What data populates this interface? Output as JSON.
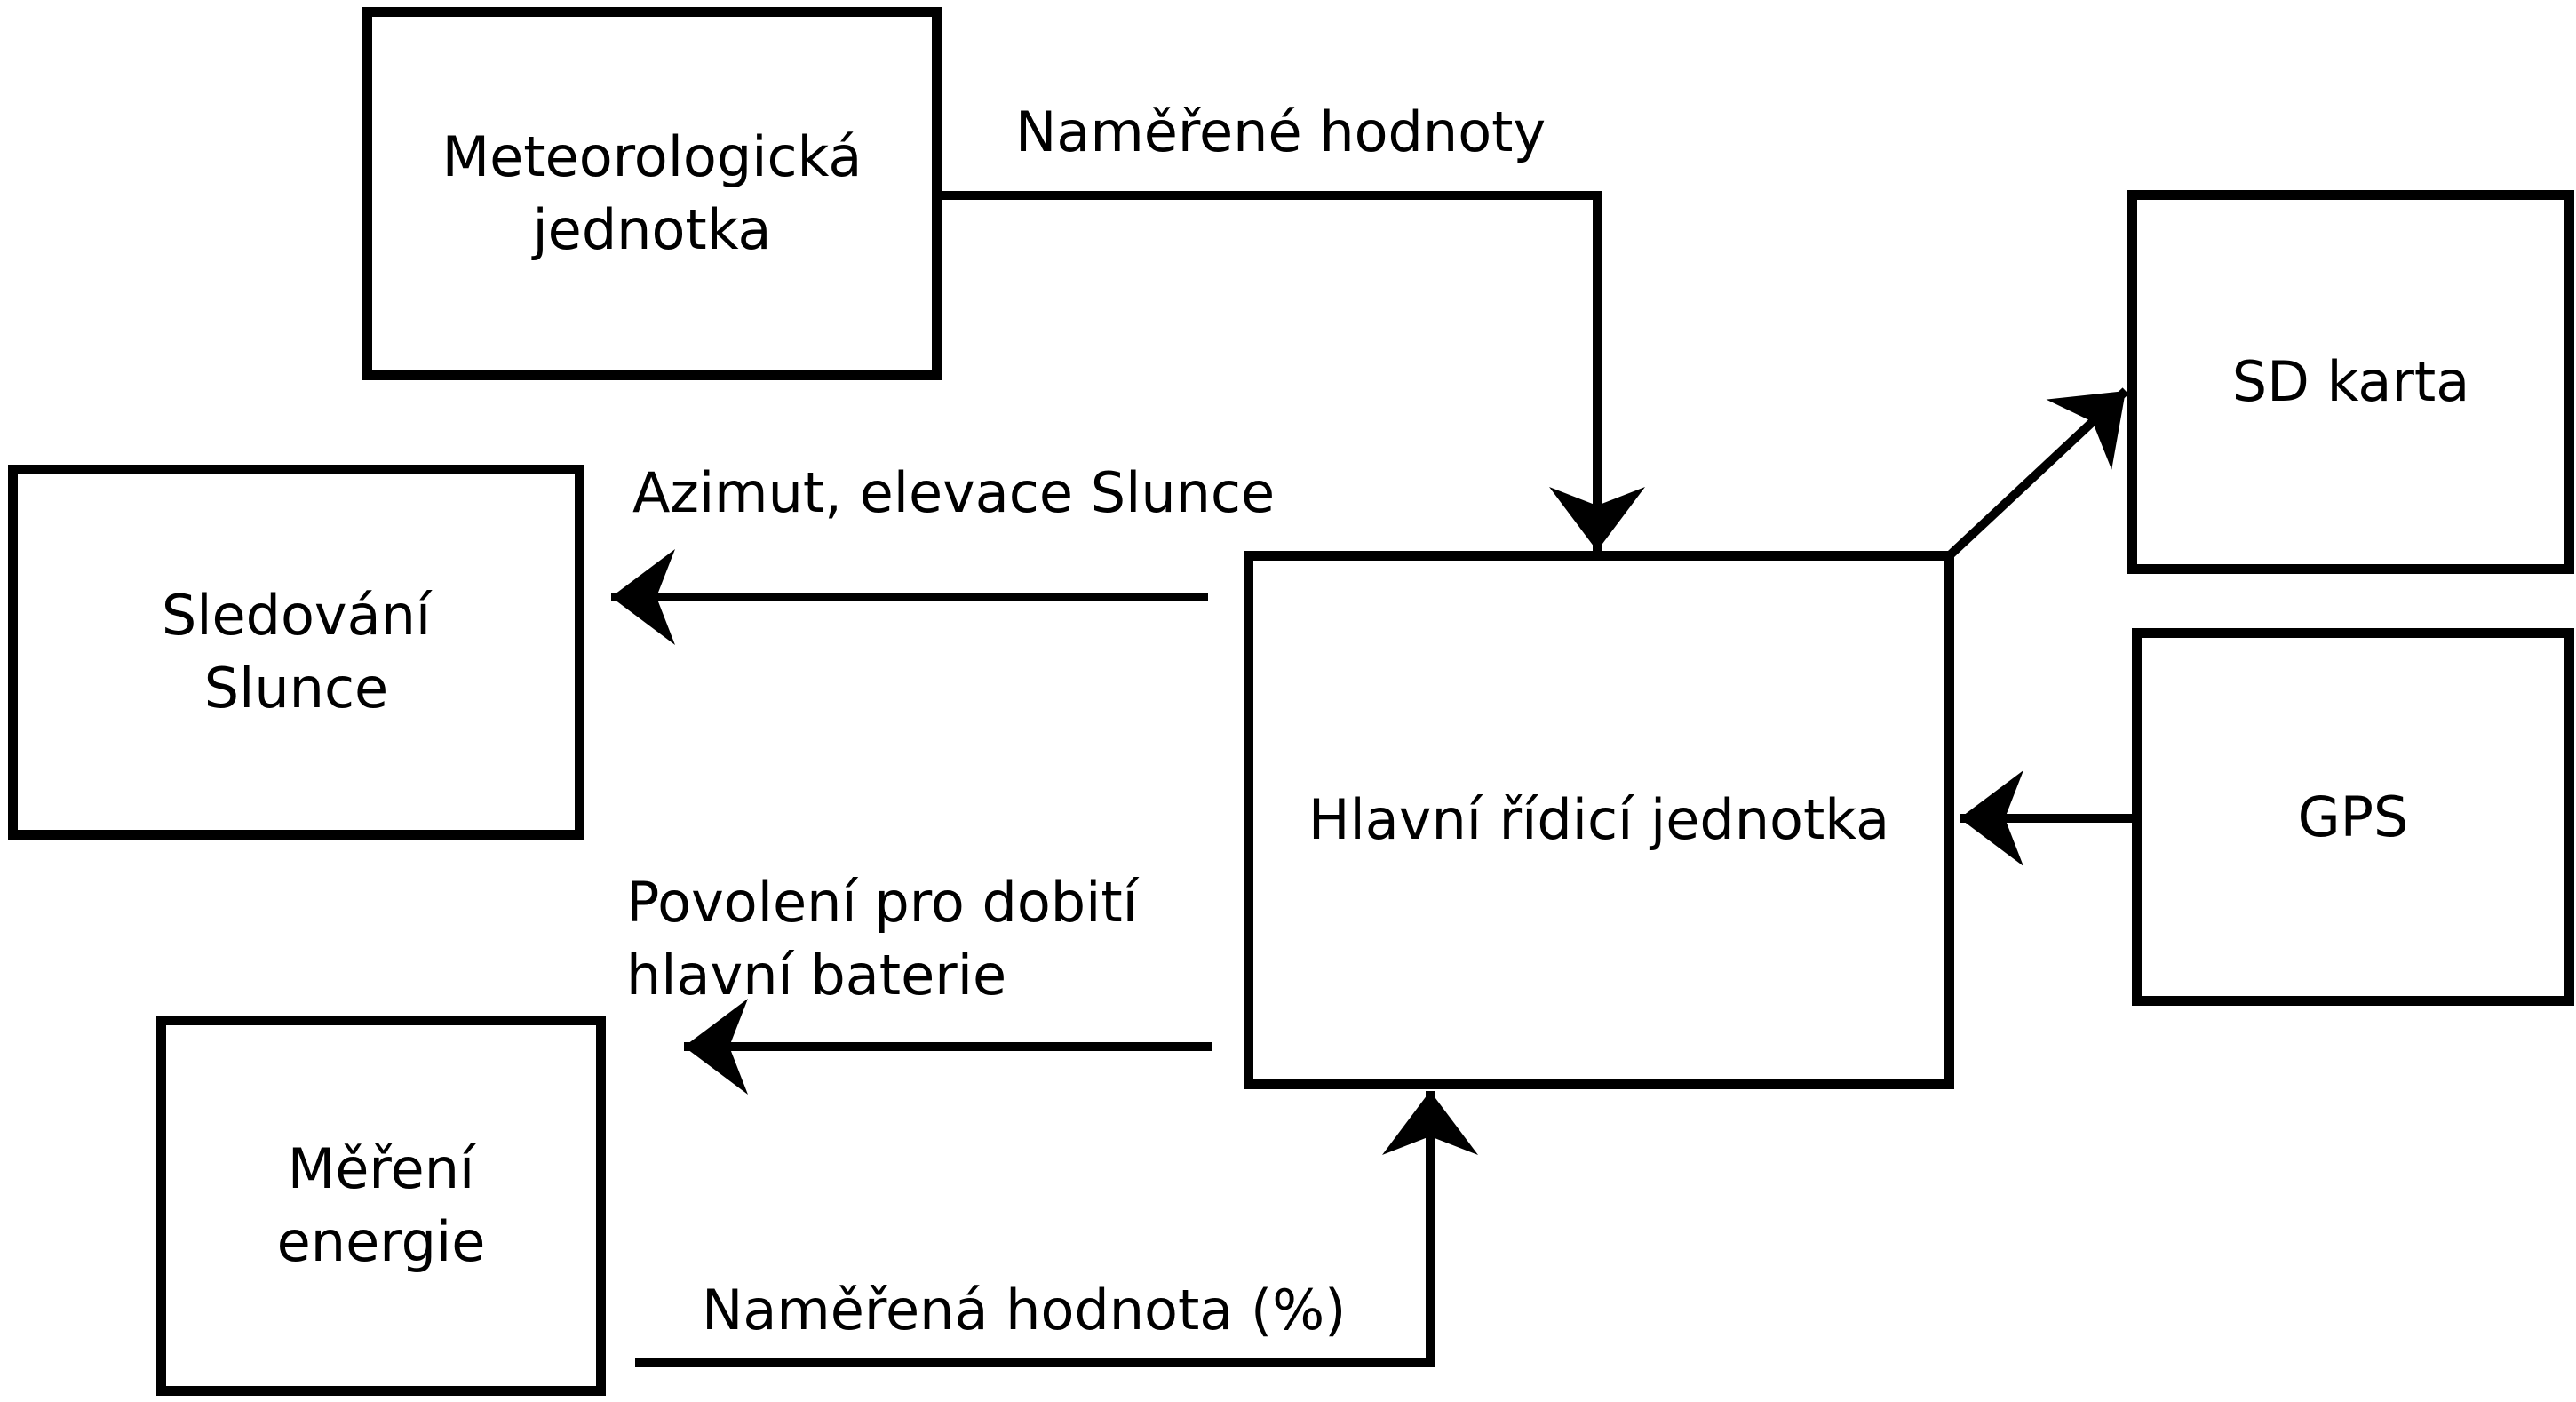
{
  "diagram": {
    "background_color": "#ffffff",
    "stroke_color": "#000000",
    "nodes": {
      "meteo": {
        "lines": [
          "Meteorologická",
          "jednotka"
        ]
      },
      "sd_card": {
        "label": "SD karta"
      },
      "sun": {
        "lines": [
          "Sledování",
          "Slunce"
        ]
      },
      "main": {
        "label": "Hlavní řídicí jednotka"
      },
      "gps": {
        "label": "GPS"
      },
      "energy": {
        "lines": [
          "Měření",
          "energie"
        ]
      }
    },
    "edges": {
      "measured_values": {
        "label": "Naměřené hodnoty",
        "from": "meteo",
        "to": "main"
      },
      "azimuth_elevation": {
        "label": "Azimut, elevace Slunce",
        "from": "main",
        "to": "sun"
      },
      "charge_permission": {
        "lines": [
          "Povolení pro dobití",
          "hlavní baterie"
        ],
        "from": "main",
        "to": "energy-side"
      },
      "measured_percent": {
        "label": "Naměřená hodnota (%)",
        "from": "energy",
        "to": "main"
      },
      "to_sd_card": {
        "label": "",
        "from": "main",
        "to": "sd_card"
      },
      "gps_to_main": {
        "label": "",
        "from": "gps",
        "to": "main"
      }
    }
  }
}
